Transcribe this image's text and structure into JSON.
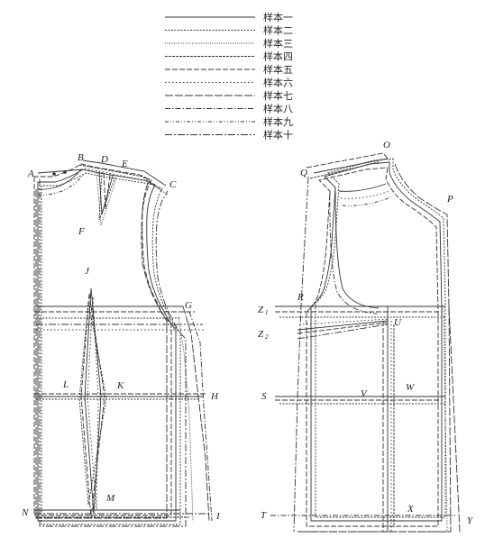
{
  "legend": [
    {
      "label": "样本一",
      "dash": "none"
    },
    {
      "label": "样本二",
      "dash": "2,1.5"
    },
    {
      "label": "样本三",
      "dash": "1,1.5"
    },
    {
      "label": "样本四",
      "dash": "3,1"
    },
    {
      "label": "样本五",
      "dash": "6,2"
    },
    {
      "label": "样本六",
      "dash": "1.5,2.5"
    },
    {
      "label": "样本七",
      "dash": "9,2"
    },
    {
      "label": "样本八",
      "dash": "6,2,1.5,2"
    },
    {
      "label": "样本九",
      "dash": "4,2,1,2,1,2"
    },
    {
      "label": "样本十",
      "dash": "8,2,2,2"
    }
  ],
  "point_labels": {
    "A": "A",
    "B": "B",
    "C": "C",
    "D": "D",
    "E": "E",
    "F": "F",
    "G": "G",
    "H": "H",
    "I": "I",
    "J": "J",
    "K": "K",
    "L": "L",
    "M": "M",
    "N": "N",
    "O": "O",
    "P": "P",
    "Q": "Q",
    "R": "R",
    "S": "S",
    "T": "T",
    "U": "U",
    "V": "V",
    "W": "W",
    "X": "X",
    "Y": "Y",
    "Z1": "Z",
    "Z1_sub": "1",
    "Z2": "Z",
    "Z2_sub": "2"
  },
  "colors": {
    "line": "#333333",
    "text": "#222222",
    "background": "#ffffff"
  }
}
